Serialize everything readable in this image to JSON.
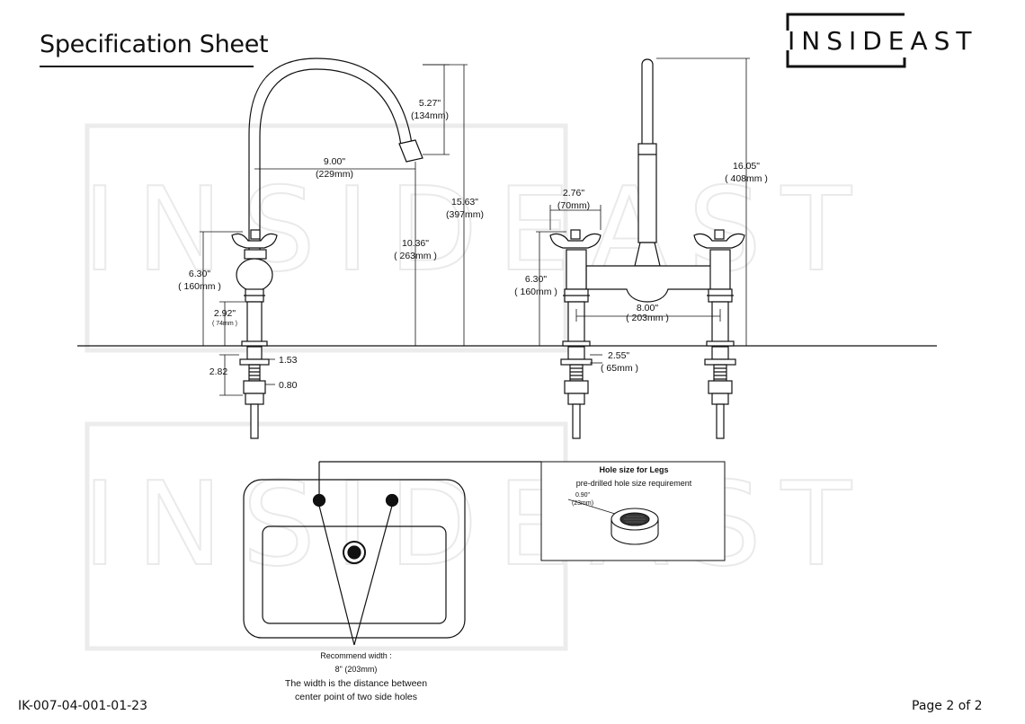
{
  "header": {
    "title": "Specification Sheet",
    "brand": "INSIDEAST"
  },
  "footer": {
    "doc_code": "IK-007-04-001-01-23",
    "page": "Page 2 of 2"
  },
  "watermark": {
    "text": "INSIDEAST"
  },
  "side_view": {
    "spout_drop": [
      "5.27\"",
      "(134mm)"
    ],
    "spout_reach": [
      "9.00\"",
      "(229mm)"
    ],
    "total_height": [
      "15.63\"",
      "(397mm)"
    ],
    "spout_clearance": [
      "10.36\"",
      "( 263mm )"
    ],
    "handle_height": [
      "6.30\"",
      "( 160mm )"
    ],
    "base_height": [
      "2.92\"",
      "( 74mm )"
    ],
    "shank_length": "2.82",
    "shank_upper": "1.53",
    "shank_lower": "0.80"
  },
  "front_view": {
    "total_height": [
      "16.05\"",
      "( 408mm )"
    ],
    "handle_width": [
      "2.76\"",
      "(70mm)"
    ],
    "handle_height": [
      "6.30\"",
      "( 160mm )"
    ],
    "center_spread": [
      "8.00\"",
      "( 203mm )"
    ],
    "flange": [
      "2.55\"",
      "( 65mm )"
    ]
  },
  "hole_box": {
    "title": "Hole size for Legs",
    "subtitle": "pre-drilled hole size requirement",
    "dia": [
      "0.90\"",
      "(23mm)"
    ]
  },
  "sink_notes": {
    "line1": "Recommend width :",
    "line2": "8\" (203mm)",
    "line3": "The width is the distance between",
    "line4": "center point of two side holes"
  }
}
